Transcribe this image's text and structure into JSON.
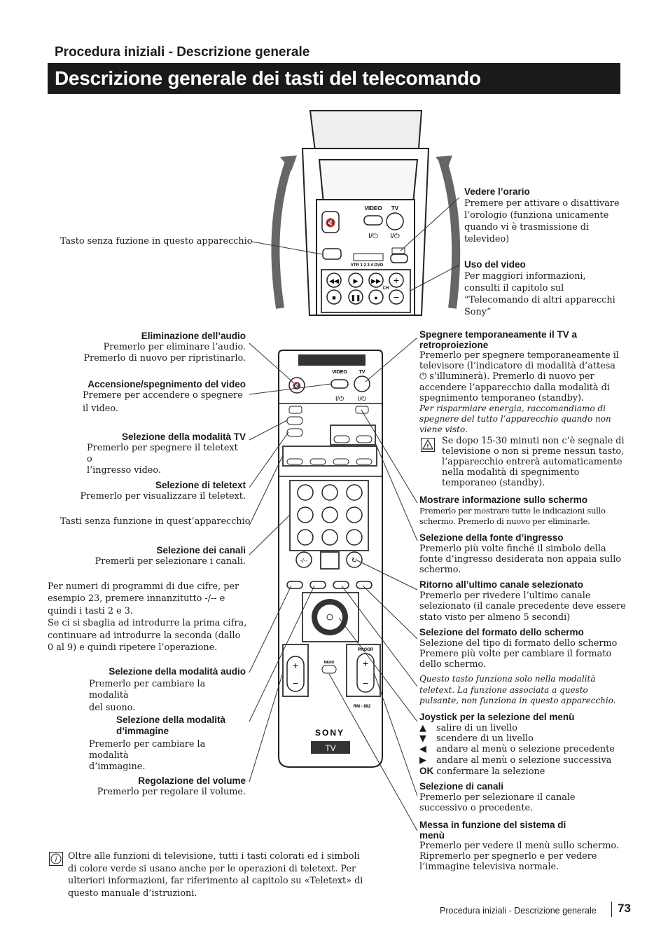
{
  "header": {
    "subtitle": "Procedura iniziali - Descrizione generale",
    "title": "Descrizione generale dei tasti del telecomando"
  },
  "remote_labels": {
    "video": "VIDEO",
    "tv": "TV",
    "power_symbol": "I/⏻",
    "vtr_dvd": "VTR 1 2 3 4 DVD",
    "ch": "CH",
    "menu": "MENU",
    "progr": "PROGR",
    "model": "RM - 892",
    "brand": "SONY",
    "tv_badge": "TV"
  },
  "left_callouts": {
    "no_function_top": "Tasto senza fuzione in questo apparecchio",
    "mute_head": "Eliminazione dell’audio",
    "mute_body": [
      "Premerlo per eliminare l’audio.",
      "Premerlo di nuovo per ripristinarlo."
    ],
    "video_head": "Accensione/spegnimento del video",
    "video_body": [
      "Premere per accendere o spegnere",
      "il video."
    ],
    "tvmode_head": "Selezione della  modalità  TV",
    "tvmode_body": [
      "Premerlo  per spegnere il teletext o",
      "l’ingresso video."
    ],
    "teletext_head": "Selezione di teletext",
    "teletext_body": "Premerlo per visualizzare il teletext.",
    "no_function_mid": "Tasti senza funzione in quest’apparecchio",
    "channels_head": "Selezione dei canali",
    "channels_body": "Premerli  per selezionare i canali.",
    "twodigit": [
      "Per numeri di programmi di due cifre, per",
      "esempio 23, premere innanzitutto -/-- e",
      "quindi i tasti 2 e 3.",
      "Se ci si sbaglia ad introdurre la prima cifra,",
      "continuare  ad introdurre la seconda (dallo",
      "0 al 9) e quindi ripetere l’operazione."
    ],
    "audio_head": "Selezione della  modalità  audio",
    "audio_body": [
      "Premerlo per cambiare la modalità",
      "del suono."
    ],
    "image_head": [
      "Selezione della modalità",
      "d’immagine"
    ],
    "image_body": [
      "Premerlo per cambiare la modalità",
      "d’immagine."
    ],
    "volume_head": "Regolazione del volume",
    "volume_body": "Premerlo per regolare il volume."
  },
  "right_callouts": {
    "clock_head": "Vedere l’orario",
    "clock_body": [
      "Premere per attivare o disattivare",
      "l’orologio (funziona unicamente",
      "quando vi è trasmissione  di",
      "televideo)"
    ],
    "video_use_head": "Uso del video",
    "video_use_body": [
      "Per maggiori informazioni,",
      "consulti il capitolo sul",
      "“Telecomando di altri apparecchi",
      "Sony”"
    ],
    "standby_head": [
      "Spegnere temporaneamente il TV a",
      "retroproiezione"
    ],
    "standby_body": [
      "Premerlo per spegnere temporaneamente il",
      "televisore (l’indicatore di modalità d’attesa",
      " s’illuminerà). Premerlo di nuovo per",
      "accendere l’apparecchio dalla modalità di",
      "spegnimento temporaneo (standby)."
    ],
    "standby_note": [
      "Per risparmiare energia, raccomandiamo di",
      "spegnere del tutto l’apparecchio quando non",
      "viene visto."
    ],
    "standby_warn": [
      "Se dopo 15-30 minuti non c’è segnale di",
      "televisione o non si preme nessun tasto,",
      "l’apparecchio entrerà automaticamente",
      "nella modalità di spegnimento",
      "temporaneo (standby)."
    ],
    "info_head": "Mostrare informazione sullo schermo",
    "info_body": [
      "Premerlo per mostrare tutte le indicazioni sullo",
      "schermo. Premerlo di nuovo per  eliminarle."
    ],
    "input_head": "Selezione della fonte d’ingresso",
    "input_body": [
      "Premerlo più volte finché il simbolo della",
      "fonte d’ingresso desiderata non appaia sullo",
      "schermo."
    ],
    "last_head": "Ritorno all’ultimo canale selezionato",
    "last_body": [
      "Premerlo per rivedere l’ultimo canale",
      "selezionato (il canale precedente deve essere",
      "stato visto per almeno 5 secondi)"
    ],
    "format_head": "Selezione del formato dello schermo",
    "format_body": [
      "Selezione del tipo di formato dello schermo",
      "Premere più volte per cambiare il formato",
      "dello schermo."
    ],
    "format_note": [
      "Questo tasto funziona solo nella modalità",
      "teletext. La funzione     associata a questo",
      "pulsante, non funziona in questo apparecchio."
    ],
    "joy_head": "Joystick per la selezione del menù",
    "joy_items": [
      {
        "sym": "▲",
        "text": "salire di un livello"
      },
      {
        "sym": "▼",
        "text": "scendere di un livello"
      },
      {
        "sym": "◀",
        "text": "andare al menù o selezione precedente"
      },
      {
        "sym": "▶",
        "text": "andare al menù o selezione successiva"
      }
    ],
    "joy_ok": "OK",
    "joy_ok_text": "confermare la selezione",
    "progr_head": "Selezione di canali",
    "progr_body": [
      "Premerlo  per selezionare il canale",
      "successivo o precedente."
    ],
    "menu_head": [
      "Messa in funzione del sistema di",
      "menù"
    ],
    "menu_body": [
      "Premerlo per vedere il menù sullo schermo.",
      "Ripremerlo  per spegnerlo e per vedere",
      "l’immagine televisiva normale."
    ]
  },
  "info_note": [
    "Oltre alle funzioni di televisione, tutti i tasti colorati ed i simboli",
    "di colore verde si usano anche per le operazioni di teletext. Per",
    "ulteriori informazioni, far riferimento al capitolo su «Teletext» di",
    "questo manuale d’istruzioni."
  ],
  "footer": {
    "section": "Procedura iniziali - Descrizione generale",
    "page": "73"
  }
}
